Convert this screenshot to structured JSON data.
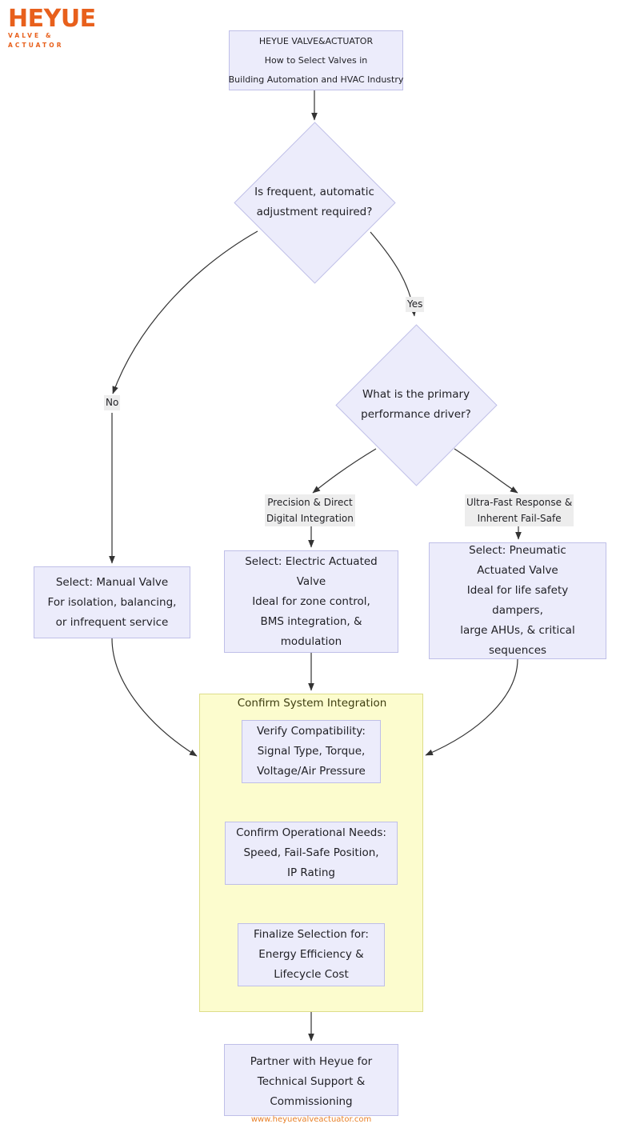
{
  "logo": {
    "brand": "HEYUE",
    "tagline": "VALVE & ACTUATOR",
    "color": "#E8601C"
  },
  "colors": {
    "node_fill": "#ECECFB",
    "node_border": "#BFBFE8",
    "subgraph_fill": "#FCFCCE",
    "subgraph_border": "#DEDE8A",
    "edge": "#333333",
    "edge_label_bg": "#EDEDED",
    "url_text": "#E8812A",
    "subgraph_title": "#3D3D10"
  },
  "nodes": {
    "title": {
      "line1": "HEYUE VALVE&ACTUATOR",
      "line2": "How to Select Valves in",
      "line3": "Building Automation and HVAC Industry"
    },
    "decision1": {
      "line1": "Is frequent, automatic",
      "line2": "adjustment required?"
    },
    "decision2": {
      "line1": "What is the primary",
      "line2": "performance driver?"
    },
    "manual": {
      "line1": "Select: Manual Valve",
      "line2": "For isolation, balancing,",
      "line3": "or infrequent service"
    },
    "electric": {
      "line1": "Select: Electric Actuated",
      "line2": "Valve",
      "line3": "Ideal for zone control,",
      "line4": "BMS integration, &",
      "line5": "modulation"
    },
    "pneumatic": {
      "line1": "Select: Pneumatic",
      "line2": "Actuated Valve",
      "line3": "Ideal for life safety",
      "line4": "dampers,",
      "line5": "large AHUs, & critical",
      "line6": "sequences"
    },
    "verify": {
      "line1": "Verify Compatibility:",
      "line2": "Signal Type, Torque,",
      "line3": "Voltage/Air Pressure"
    },
    "operational": {
      "line1": "Confirm Operational Needs:",
      "line2": "Speed, Fail-Safe Position,",
      "line3": "IP Rating"
    },
    "finalize": {
      "line1": "Finalize Selection for:",
      "line2": "Energy Efficiency &",
      "line3": "Lifecycle Cost"
    },
    "partner": {
      "line1": "Partner with Heyue for",
      "line2": "Technical Support &",
      "line3": "Commissioning",
      "url": "www.heyuevalveactuator.com"
    }
  },
  "subgraph": {
    "title": "Confirm System Integration"
  },
  "edge_labels": {
    "no": "No",
    "yes": "Yes",
    "precision_l1": "Precision & Direct",
    "precision_l2": "Digital Integration",
    "ultrafast_l1": "Ultra-Fast Response &",
    "ultrafast_l2": "Inherent Fail-Safe"
  }
}
